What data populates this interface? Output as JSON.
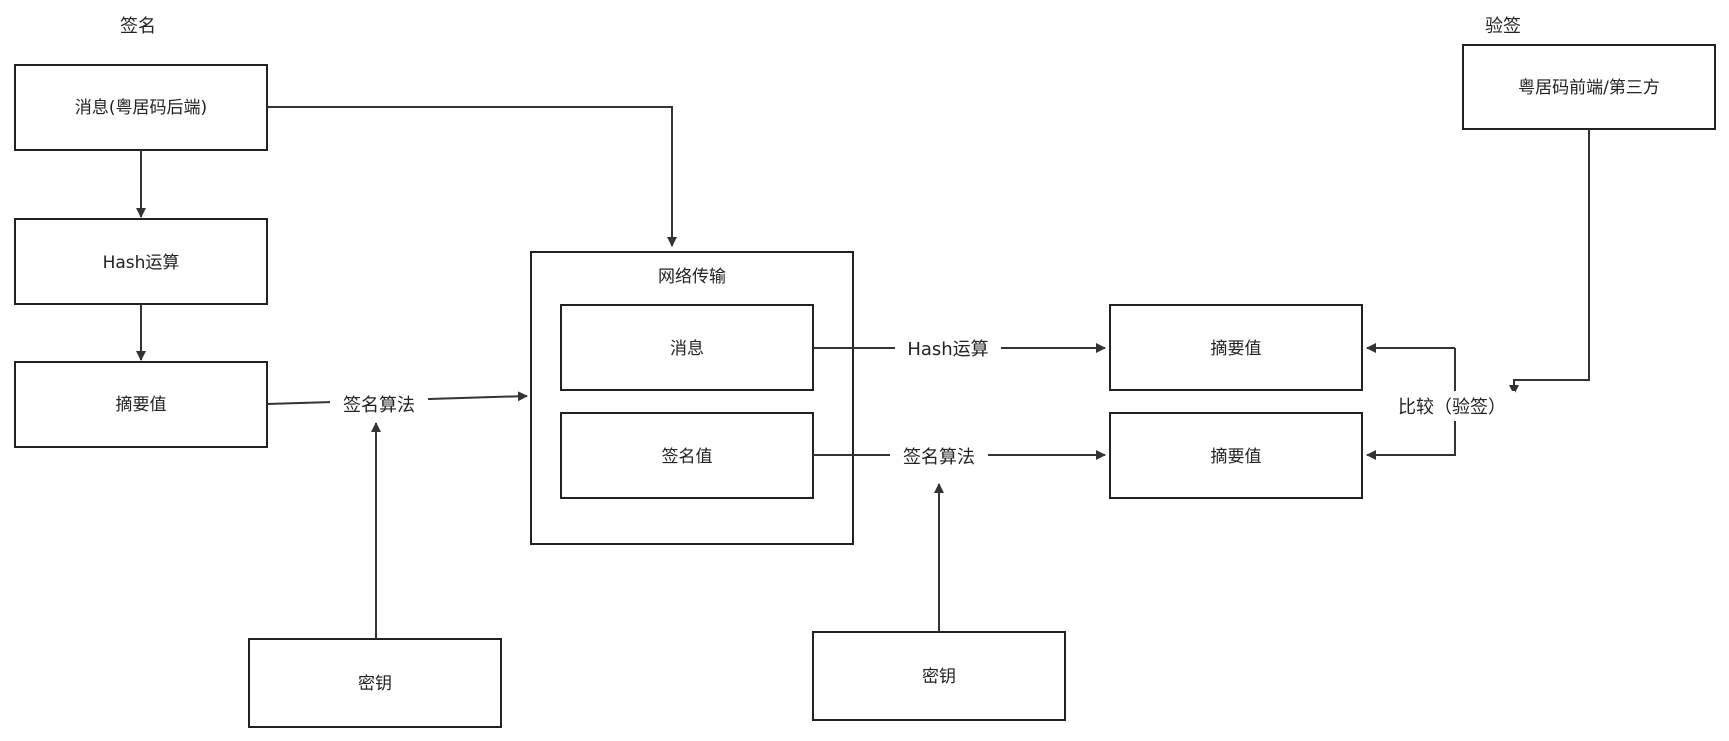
{
  "sections": {
    "sign": "签名",
    "verify": "验签"
  },
  "nodes": {
    "message_backend": "消息(粤居码后端)",
    "hash_op": "Hash运算",
    "digest_sign": "摘要值",
    "key_sign": "密钥",
    "transport_title": "网络传输",
    "transport_message": "消息",
    "transport_signature": "签名值",
    "digest_verify_top": "摘要值",
    "digest_verify_bottom": "摘要值",
    "frontend_third": "粤居码前端/第三方",
    "key_verify": "密钥"
  },
  "edge_labels": {
    "sign_algo_left": "签名算法",
    "hash_op_right": "Hash运算",
    "sign_algo_right": "签名算法",
    "compare": "比较（验签）"
  },
  "colors": {
    "stroke": "#222222",
    "text": "#222222",
    "background": "#ffffff"
  }
}
